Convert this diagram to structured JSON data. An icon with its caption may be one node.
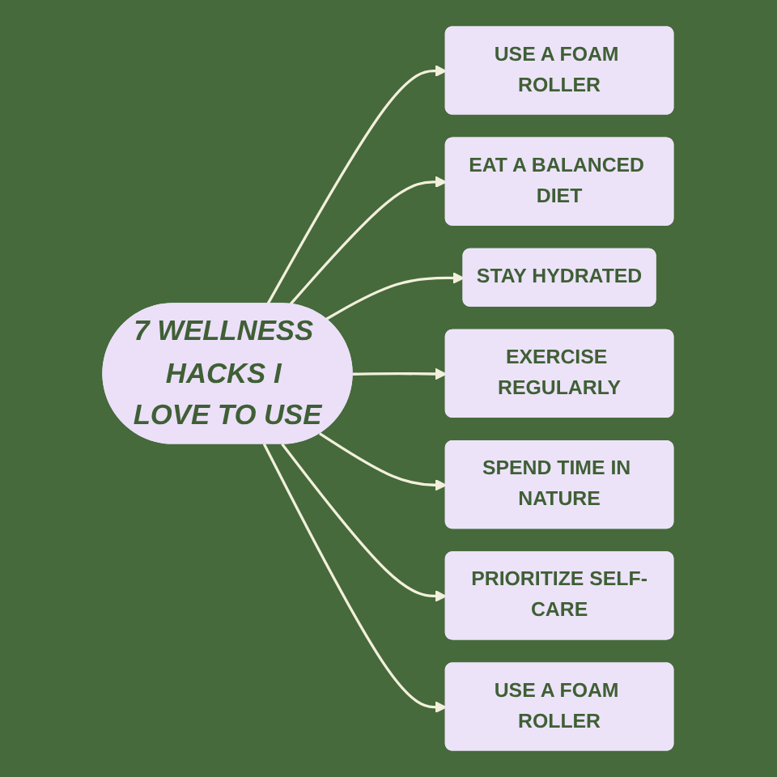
{
  "diagram": {
    "nodes": [
      {
        "text": [
          "7 WELLNESS HACKS I LOVE TO USE"
        ]
      },
      {
        "text": [
          "USE A FOAM ROLLER"
        ]
      },
      {
        "text": [
          "EAT A BALANCED DIET"
        ]
      },
      {
        "text": [
          "STAY HYDRATED"
        ]
      },
      {
        "text": [
          "EXERCISE REGULARLY"
        ]
      },
      {
        "text": [
          "SPEND TIME IN NATURE"
        ]
      },
      {
        "text": [
          "PRIORITIZE SELF-CARE"
        ]
      },
      {
        "text": [
          "USE A FOAM ROLLER"
        ]
      }
    ],
    "edges": [
      {
        "from": 0,
        "to": 1,
        "arrow": "to"
      },
      {
        "from": 0,
        "to": 2,
        "arrow": "to"
      },
      {
        "from": 0,
        "to": 3,
        "arrow": "to"
      },
      {
        "from": 0,
        "to": 4,
        "arrow": "to"
      },
      {
        "from": 0,
        "to": 5,
        "arrow": "to"
      },
      {
        "from": 0,
        "to": 6,
        "arrow": "to"
      },
      {
        "from": 0,
        "to": 7,
        "arrow": "to"
      }
    ]
  }
}
